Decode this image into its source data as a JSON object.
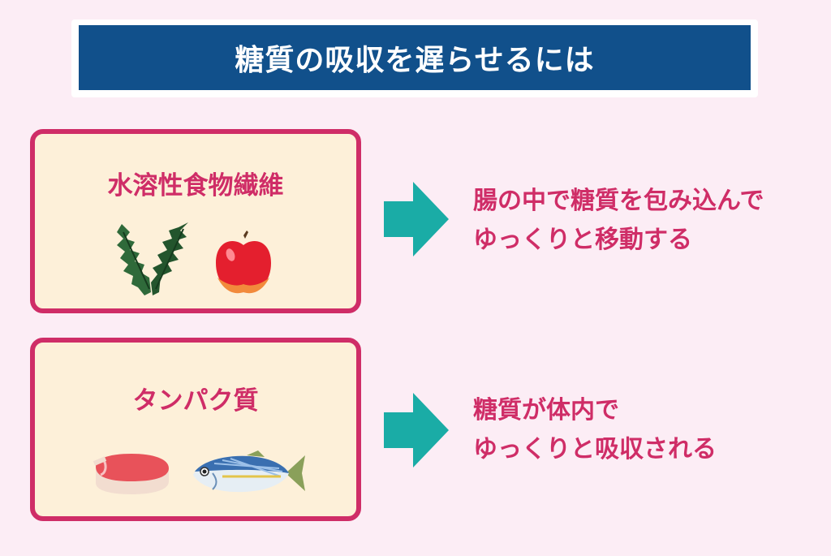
{
  "title": "糖質の吸収を遅らせるには",
  "items": [
    {
      "heading": "水溶性食物繊維",
      "icons": [
        "seaweed-icon",
        "apple-icon"
      ],
      "description": [
        "腸の中で糖質を包み込んで",
        "ゆっくりと移動する"
      ]
    },
    {
      "heading": "タンパク質",
      "icons": [
        "meat-icon",
        "fish-icon"
      ],
      "description": [
        "糖質が体内で",
        "ゆっくりと吸収される"
      ]
    }
  ],
  "colors": {
    "background": "#fcedf5",
    "title_bar": "#11508b",
    "accent": "#cf2d67",
    "card_fill": "#fdf0d9",
    "arrow": "#1aaca6"
  }
}
